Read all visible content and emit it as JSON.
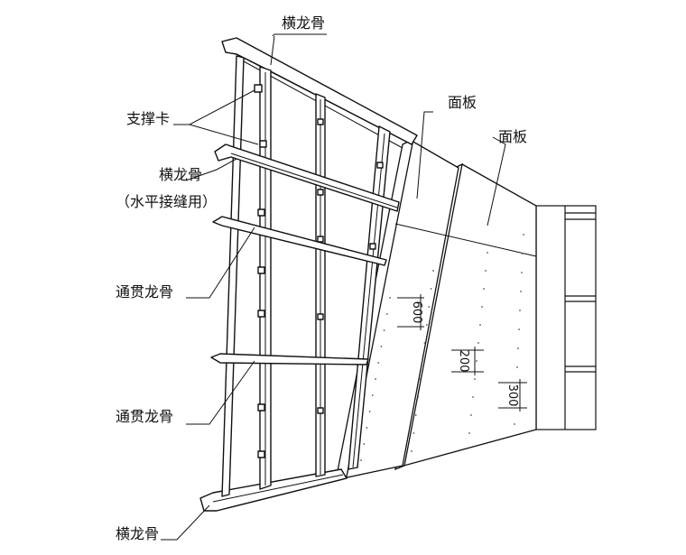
{
  "labels": {
    "top_runner": "横龙骨",
    "brace_clip": "支撑卡",
    "horizontal_runner": "横龙骨",
    "horizontal_runner_note": "（水平接缝用）",
    "through_channel_1": "通贯龙骨",
    "through_channel_2": "通贯龙骨",
    "bottom_runner": "横龙骨",
    "panel_1": "面板",
    "panel_2": "面板"
  },
  "dimensions": {
    "d1": "600",
    "d2": "200",
    "d3": "300"
  },
  "colors": {
    "line": "#111111",
    "panel_fill": "#ffffff",
    "speck": "#555555"
  }
}
